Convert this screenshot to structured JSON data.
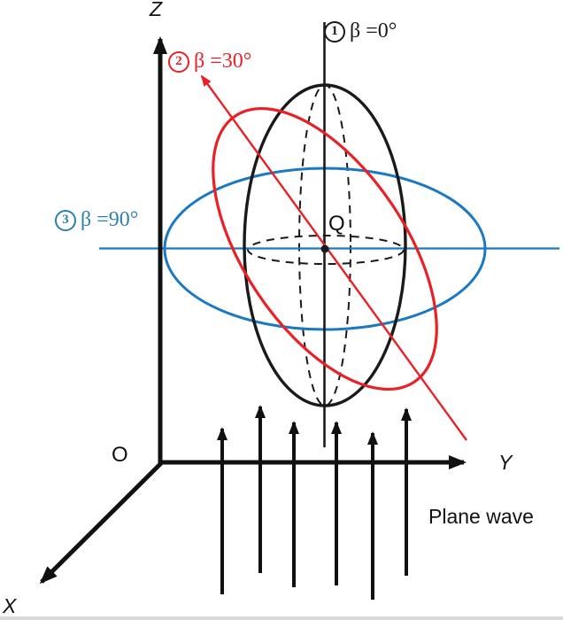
{
  "figure": {
    "description_labels": {
      "z_axis": "Z",
      "y_axis": "Y",
      "x_axis": "X",
      "origin": "O",
      "center_point": "Q",
      "plane_wave": "Plane wave"
    },
    "curve_labels": {
      "curve1": {
        "num": "1",
        "text": "β =0°",
        "beta_deg": 0
      },
      "curve2": {
        "num": "2",
        "text": "β =30°",
        "beta_deg": 30
      },
      "curve3": {
        "num": "3",
        "text": "β =90°",
        "beta_deg": 90
      }
    },
    "colors": {
      "curve1_black": "#1a1a1a",
      "curve2_red": "#e92127",
      "curve3_blue": "#1b79c4",
      "curve3_label_blue": "#2e81a8",
      "axes_black": "#111111",
      "bottom_rule_gray": "#d9d9d9"
    },
    "diagram": {
      "type": "3d-polarization-ellipse-diagram",
      "ellipse_orientations_deg": [
        0,
        30,
        90
      ],
      "plane_wave_arrow_count": 6,
      "center_point": "Q",
      "axes": [
        "X",
        "Y",
        "Z"
      ]
    }
  }
}
